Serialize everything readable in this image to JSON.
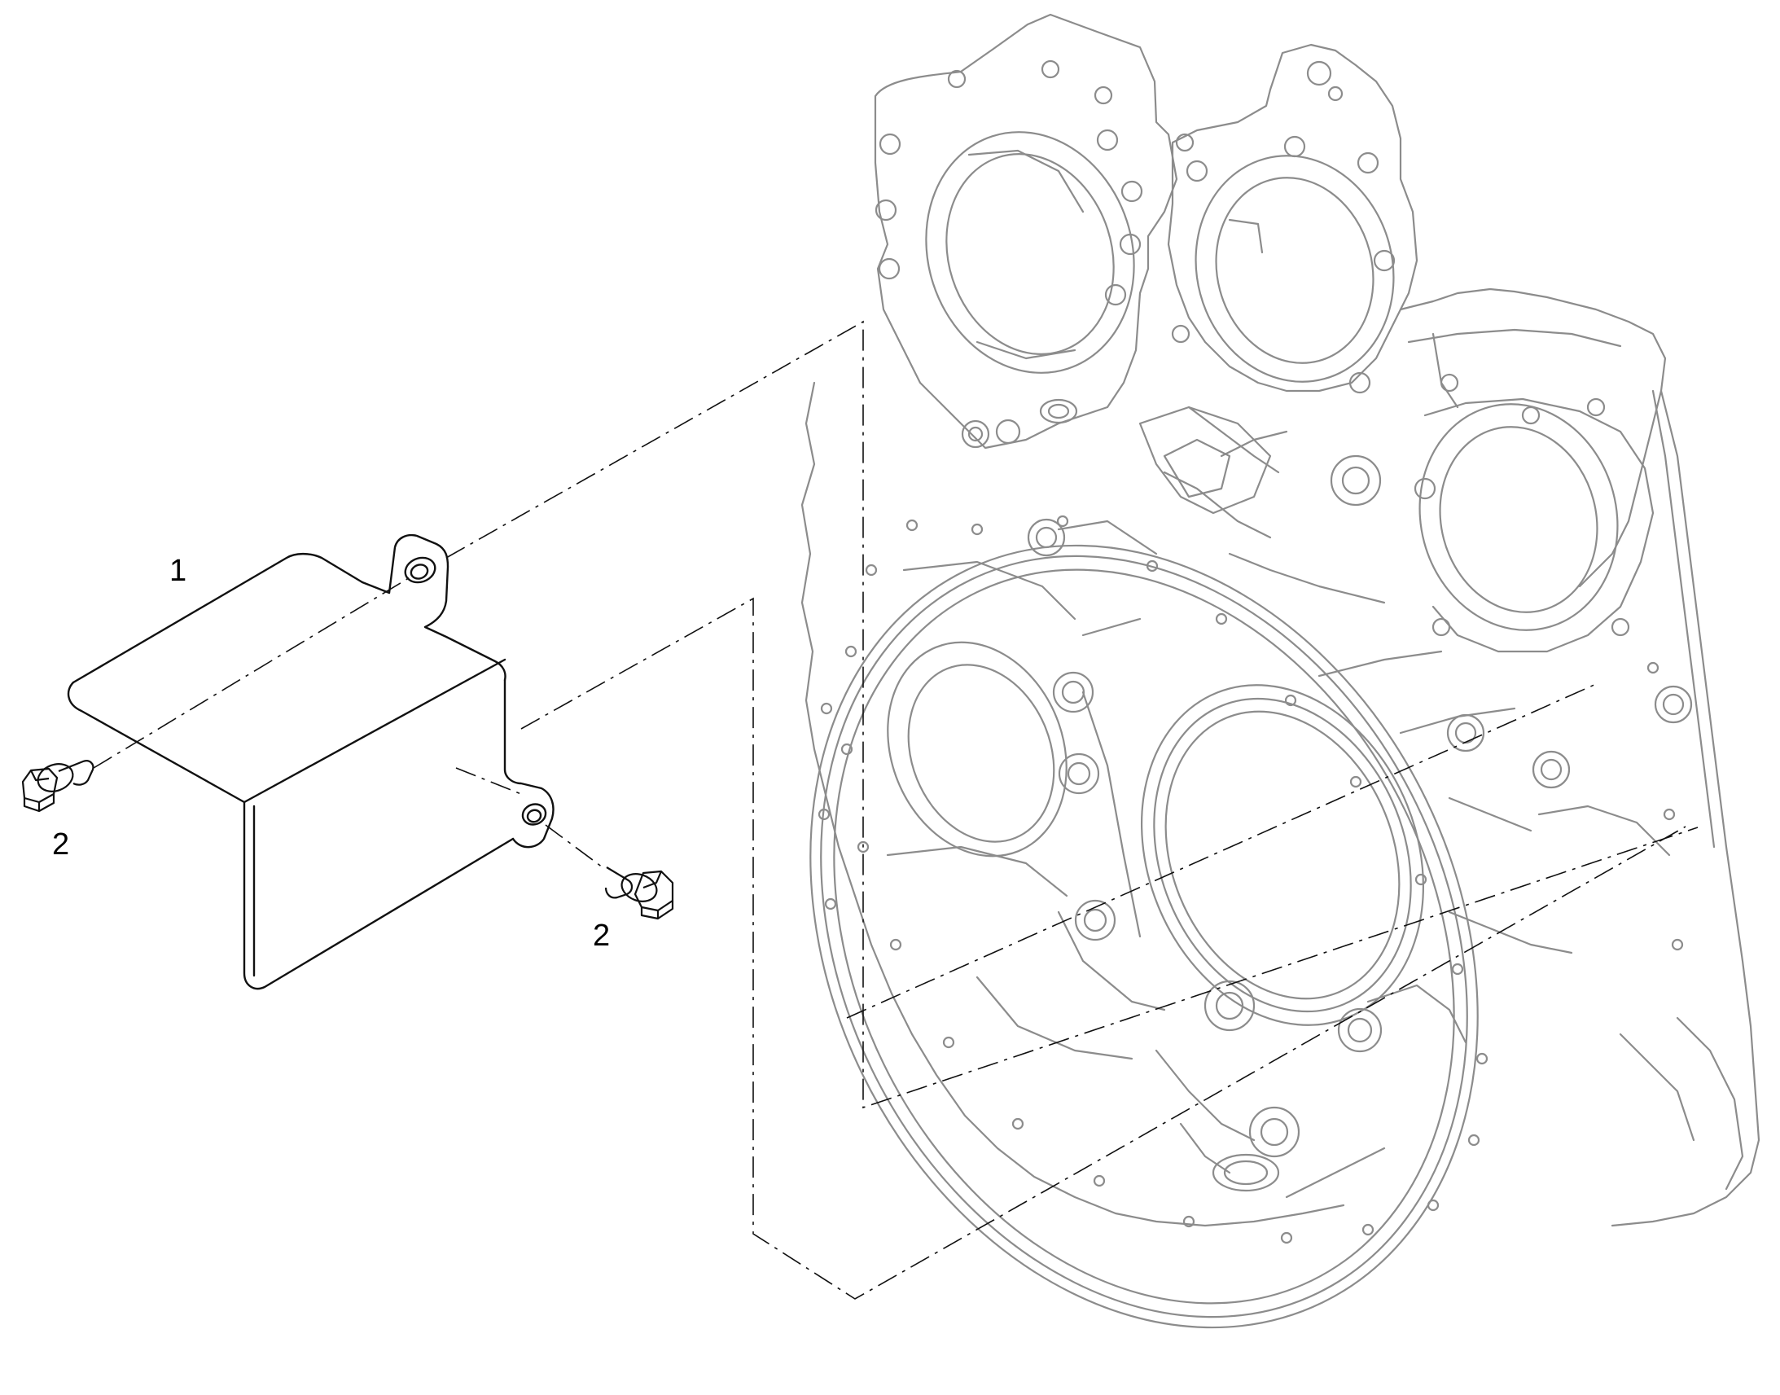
{
  "callouts": {
    "item_1": "1",
    "item_2_left": "2",
    "item_2_right": "2"
  },
  "colors": {
    "line": "#111111",
    "housing_line": "#8c8c8c",
    "background": "#ffffff"
  }
}
